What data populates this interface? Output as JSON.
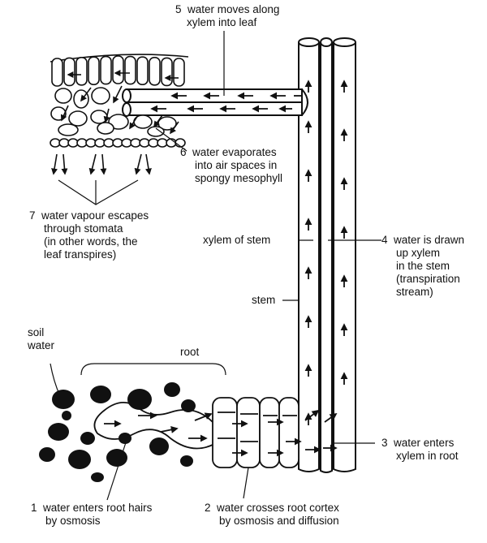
{
  "labels": {
    "step5": {
      "num": "5",
      "lines": [
        "water moves along",
        "xylem into leaf"
      ]
    },
    "step6": {
      "num": "6",
      "lines": [
        "water evaporates",
        "into air spaces in",
        "spongy mesophyll"
      ]
    },
    "step7": {
      "num": "7",
      "lines": [
        "water vapour escapes",
        "through stomata",
        "(in other words, the",
        "leaf transpires)"
      ]
    },
    "xylem_of_stem": "xylem of stem",
    "step4": {
      "num": "4",
      "lines": [
        "water is drawn",
        "up xylem",
        "in the stem",
        "(transpiration",
        "stream)"
      ]
    },
    "stem": "stem",
    "soil_water": [
      "soil",
      "water"
    ],
    "root": "root",
    "step3": {
      "num": "3",
      "lines": [
        "water enters",
        "xylem in root"
      ]
    },
    "step1": {
      "num": "1",
      "lines": [
        "water enters root hairs",
        "by osmosis"
      ]
    },
    "step2": {
      "num": "2",
      "lines": [
        "water crosses root cortex",
        "by osmosis and diffusion"
      ]
    }
  },
  "colors": {
    "ink": "#111111",
    "paper": "#ffffff"
  }
}
